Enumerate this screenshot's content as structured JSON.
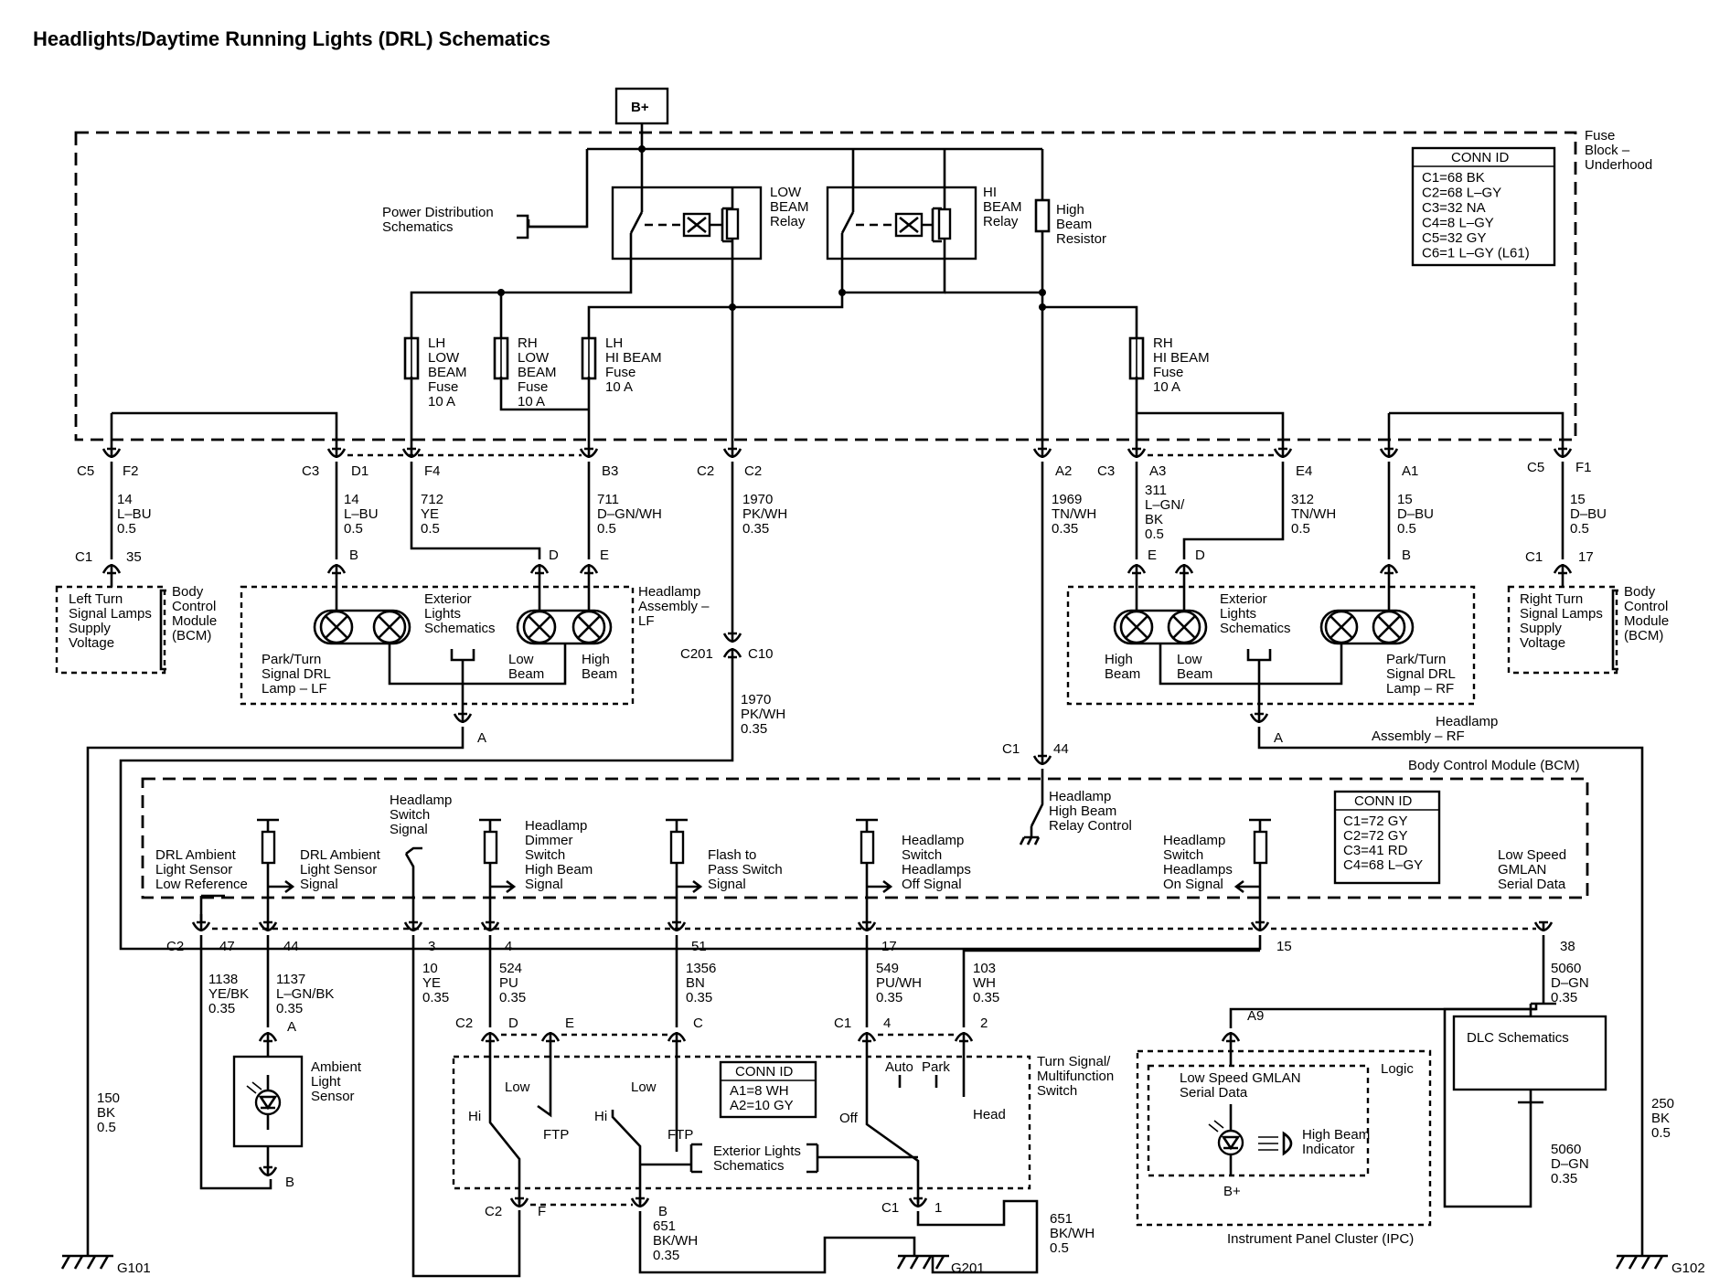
{
  "title": "Headlights/Daytime Running Lights (DRL) Schematics",
  "power_label": "B+",
  "power_dist": [
    "Power Distribution",
    "Schematics"
  ],
  "fuse_block": [
    "Fuse",
    "Block –",
    "Underhood"
  ],
  "conn_fuse": {
    "header": "CONN ID",
    "rows": [
      "C1=68 BK",
      "C2=68 L–GY",
      "C3=32 NA",
      "C4=8 L–GY",
      "C5=32 GY",
      "C6=1 L–GY (L61)"
    ]
  },
  "conn_bcm": {
    "header": "CONN ID",
    "rows": [
      "C1=72 GY",
      "C2=72 GY",
      "C3=41 RD",
      "C4=68 L–GY"
    ]
  },
  "conn_tsw": {
    "header": "CONN ID",
    "rows": [
      "A1=8 WH",
      "A2=10 GY"
    ]
  },
  "relays": {
    "low": [
      "LOW",
      "BEAM",
      "Relay"
    ],
    "hi": [
      "HI",
      "BEAM",
      "Relay"
    ],
    "resistor": [
      "High",
      "Beam",
      "Resistor"
    ]
  },
  "fuses": {
    "lh_low": [
      "LH",
      "LOW",
      "BEAM",
      "Fuse",
      "10 A"
    ],
    "rh_low": [
      "RH",
      "LOW",
      "BEAM",
      "Fuse",
      "10 A"
    ],
    "lh_hi": [
      "LH",
      "HI BEAM",
      "Fuse",
      "10 A"
    ],
    "rh_hi": [
      "RH",
      "HI BEAM",
      "Fuse",
      "10 A"
    ]
  },
  "pins_fuse": {
    "c5_left": "C5",
    "f2": "F2",
    "c3_left": "C3",
    "d1": "D1",
    "f4": "F4",
    "b3": "B3",
    "c2_a": "C2",
    "c2_b": "C2",
    "a2": "A2",
    "c3_right": "C3",
    "a3": "A3",
    "e4": "E4",
    "a1": "A1",
    "c5_right": "C5",
    "f1": "F1"
  },
  "wires_top": {
    "w1": [
      "14",
      "L–BU",
      "0.5"
    ],
    "w2": [
      "14",
      "L–BU",
      "0.5"
    ],
    "w3": [
      "712",
      "YE",
      "0.5"
    ],
    "w4": [
      "711",
      "D–GN/WH",
      "0.5"
    ],
    "w5": [
      "1970",
      "PK/WH",
      "0.35"
    ],
    "w6": [
      "1969",
      "TN/WH",
      "0.35"
    ],
    "w7": [
      "311",
      "L–GN/",
      "BK",
      "0.5"
    ],
    "w8": [
      "312",
      "TN/WH",
      "0.5"
    ],
    "w9": [
      "15",
      "D–BU",
      "0.5"
    ],
    "w10": [
      "15",
      "D–BU",
      "0.5"
    ]
  },
  "bcm_left": {
    "c1": "C1",
    "pin": "35",
    "text": [
      "Left Turn",
      "Signal Lamps",
      "Supply",
      "Voltage"
    ],
    "label": [
      "Body",
      "Control",
      "Module",
      "(BCM)"
    ]
  },
  "bcm_right": {
    "c1": "C1",
    "pin": "17",
    "text": [
      "Right Turn",
      "Signal Lamps",
      "Supply",
      "Voltage"
    ],
    "label": [
      "Body",
      "Control",
      "Module",
      "(BCM)"
    ]
  },
  "headlamp_lf": {
    "label": [
      "Headlamp",
      "Assembly –",
      "LF"
    ],
    "pins": {
      "b": "B",
      "d": "D",
      "e": "E",
      "a": "A"
    },
    "park": [
      "Park/Turn",
      "Signal DRL",
      "Lamp – LF"
    ],
    "ext": [
      "Exterior",
      "Lights",
      "Schematics"
    ],
    "low": [
      "Low",
      "Beam"
    ],
    "high": [
      "High",
      "Beam"
    ]
  },
  "headlamp_rf": {
    "label": [
      "Headlamp",
      "Assembly – RF"
    ],
    "pins": {
      "e": "E",
      "d": "D",
      "b": "B",
      "a": "A"
    },
    "high": [
      "High",
      "Beam"
    ],
    "low": [
      "Low",
      "Beam"
    ],
    "ext": [
      "Exterior",
      "Lights",
      "Schematics"
    ],
    "park": [
      "Park/Turn",
      "Signal DRL",
      "Lamp – RF"
    ]
  },
  "c201": {
    "name": "C201",
    "pin": "C10",
    "wire": [
      "1970",
      "PK/WH",
      "0.35"
    ]
  },
  "bcm_c1": {
    "c1": "C1",
    "pin": "44"
  },
  "bcm_title": "Body Control Module (BCM)",
  "bcm_signals": {
    "drl_ref": [
      "DRL Ambient",
      "Light Sensor",
      "Low Reference"
    ],
    "drl_sig": [
      "DRL Ambient",
      "Light Sensor",
      "Signal"
    ],
    "hs_sig": [
      "Headlamp",
      "Switch",
      "Signal"
    ],
    "dimmer": [
      "Headlamp",
      "Dimmer",
      "Switch",
      "High Beam",
      "Signal"
    ],
    "ftp": [
      "Flash to",
      "Pass Switch",
      "Signal"
    ],
    "off": [
      "Headlamp",
      "Switch",
      "Headlamps",
      "Off Signal"
    ],
    "relay_ctl": [
      "Headlamp",
      "High Beam",
      "Relay Control"
    ],
    "on": [
      "Headlamp",
      "Switch",
      "Headlamps",
      "On Signal"
    ],
    "gmlan": [
      "Low Speed",
      "GMLAN",
      "Serial Data"
    ]
  },
  "bcm_pins": {
    "c2": "C2",
    "p47": "47",
    "p44": "44",
    "p3": "3",
    "p4": "4",
    "p51": "51",
    "p17": "17",
    "p15": "15",
    "p38": "38"
  },
  "wires_mid": {
    "m1": [
      "1138",
      "YE/BK",
      "0.35"
    ],
    "m2": [
      "1137",
      "L–GN/BK",
      "0.35"
    ],
    "m3": [
      "10",
      "YE",
      "0.35"
    ],
    "m4": [
      "524",
      "PU",
      "0.35"
    ],
    "m5": [
      "1356",
      "BN",
      "0.35"
    ],
    "m6": [
      "549",
      "PU/WH",
      "0.35"
    ],
    "m7": [
      "103",
      "WH",
      "0.35"
    ],
    "m8": [
      "5060",
      "D–GN",
      "0.35"
    ],
    "m9": [
      "5060",
      "D–GN",
      "0.35"
    ]
  },
  "ambient": {
    "label": [
      "Ambient",
      "Light",
      "Sensor"
    ],
    "a": "A",
    "b": "B"
  },
  "tsw": {
    "label": [
      "Turn Signal/",
      "Multifunction",
      "Switch"
    ],
    "pins": {
      "c2": "C2",
      "d": "D",
      "e": "E",
      "c": "C",
      "c1": "C1",
      "p4": "4",
      "p2": "2"
    },
    "low1": "Low",
    "hi1": "Hi",
    "ftp1": "FTP",
    "low2": "Low",
    "hi2": "Hi",
    "ftp2": "FTP",
    "auto": "Auto",
    "park": "Park",
    "off": "Off",
    "head": "Head",
    "ext": [
      "Exterior Lights",
      "Schematics"
    ],
    "bottom": {
      "c2": "C2",
      "f": "F",
      "b": "B",
      "c1": "C1",
      "p1": "1"
    }
  },
  "wires_bot": {
    "b1": [
      "651",
      "BK/WH",
      "0.35"
    ],
    "b2": [
      "651",
      "BK/WH",
      "0.5"
    ],
    "g101_wire": [
      "150",
      "BK",
      "0.5"
    ],
    "g102_wire": [
      "250",
      "BK",
      "0.5"
    ]
  },
  "grounds": {
    "g101": "G101",
    "g201": "G201",
    "g102": "G102"
  },
  "ipc": {
    "a9": "A9",
    "logic": "Logic",
    "gmlan": [
      "Low Speed GMLAN",
      "Serial Data"
    ],
    "indicator": [
      "High Beam",
      "Indicator"
    ],
    "bplus": "B+",
    "title": "Instrument Panel Cluster (IPC)"
  },
  "dlc": "DLC Schematics"
}
